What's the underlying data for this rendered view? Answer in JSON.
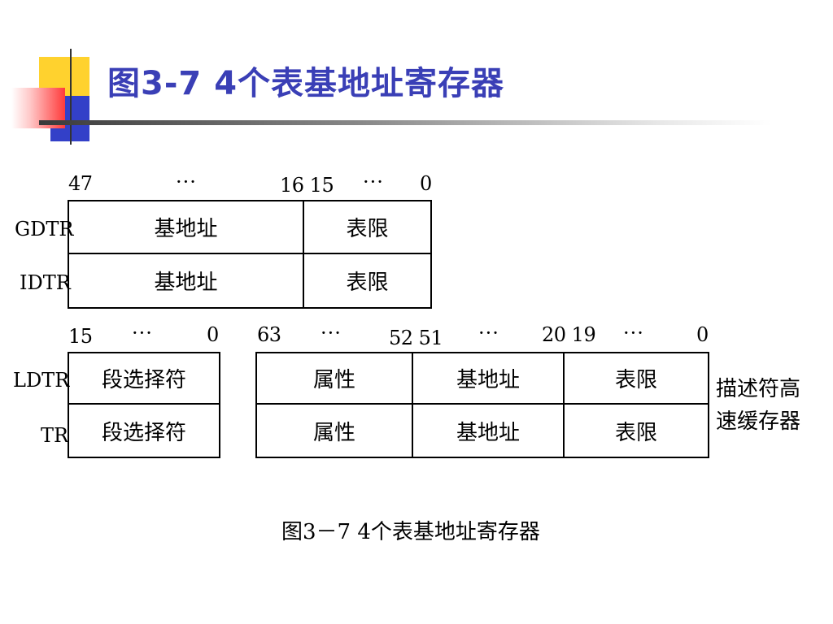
{
  "slide": {
    "title": "图3-7  4个表基地址寄存器"
  },
  "diagram": {
    "top_bits": {
      "b47": "47",
      "dots1": "···",
      "b16_15": "16 15",
      "dots2": "···",
      "b0": "0"
    },
    "gdtr": {
      "label": "GDTR",
      "base": "基地址",
      "limit": "表限"
    },
    "idtr": {
      "label": "IDTR",
      "base": "基地址",
      "limit": "表限"
    },
    "sel_bits": {
      "b15": "15",
      "dots": "···",
      "b0": "0"
    },
    "desc_bits": {
      "b63": "63",
      "dots1": "···",
      "b52_51": "52 51",
      "dots2": "···",
      "b20_19": "20 19",
      "dots3": "···",
      "b0": "0"
    },
    "ldtr": {
      "label": "LDTR",
      "selector": "段选择符",
      "attr": "属性",
      "base": "基地址",
      "limit": "表限"
    },
    "tr": {
      "label": "TR",
      "selector": "段选择符",
      "attr": "属性",
      "base": "基地址",
      "limit": "表限"
    },
    "cache_note": {
      "line1": "描述符高",
      "line2": "速缓存器"
    },
    "caption": "图3－7  4个表基地址寄存器"
  }
}
